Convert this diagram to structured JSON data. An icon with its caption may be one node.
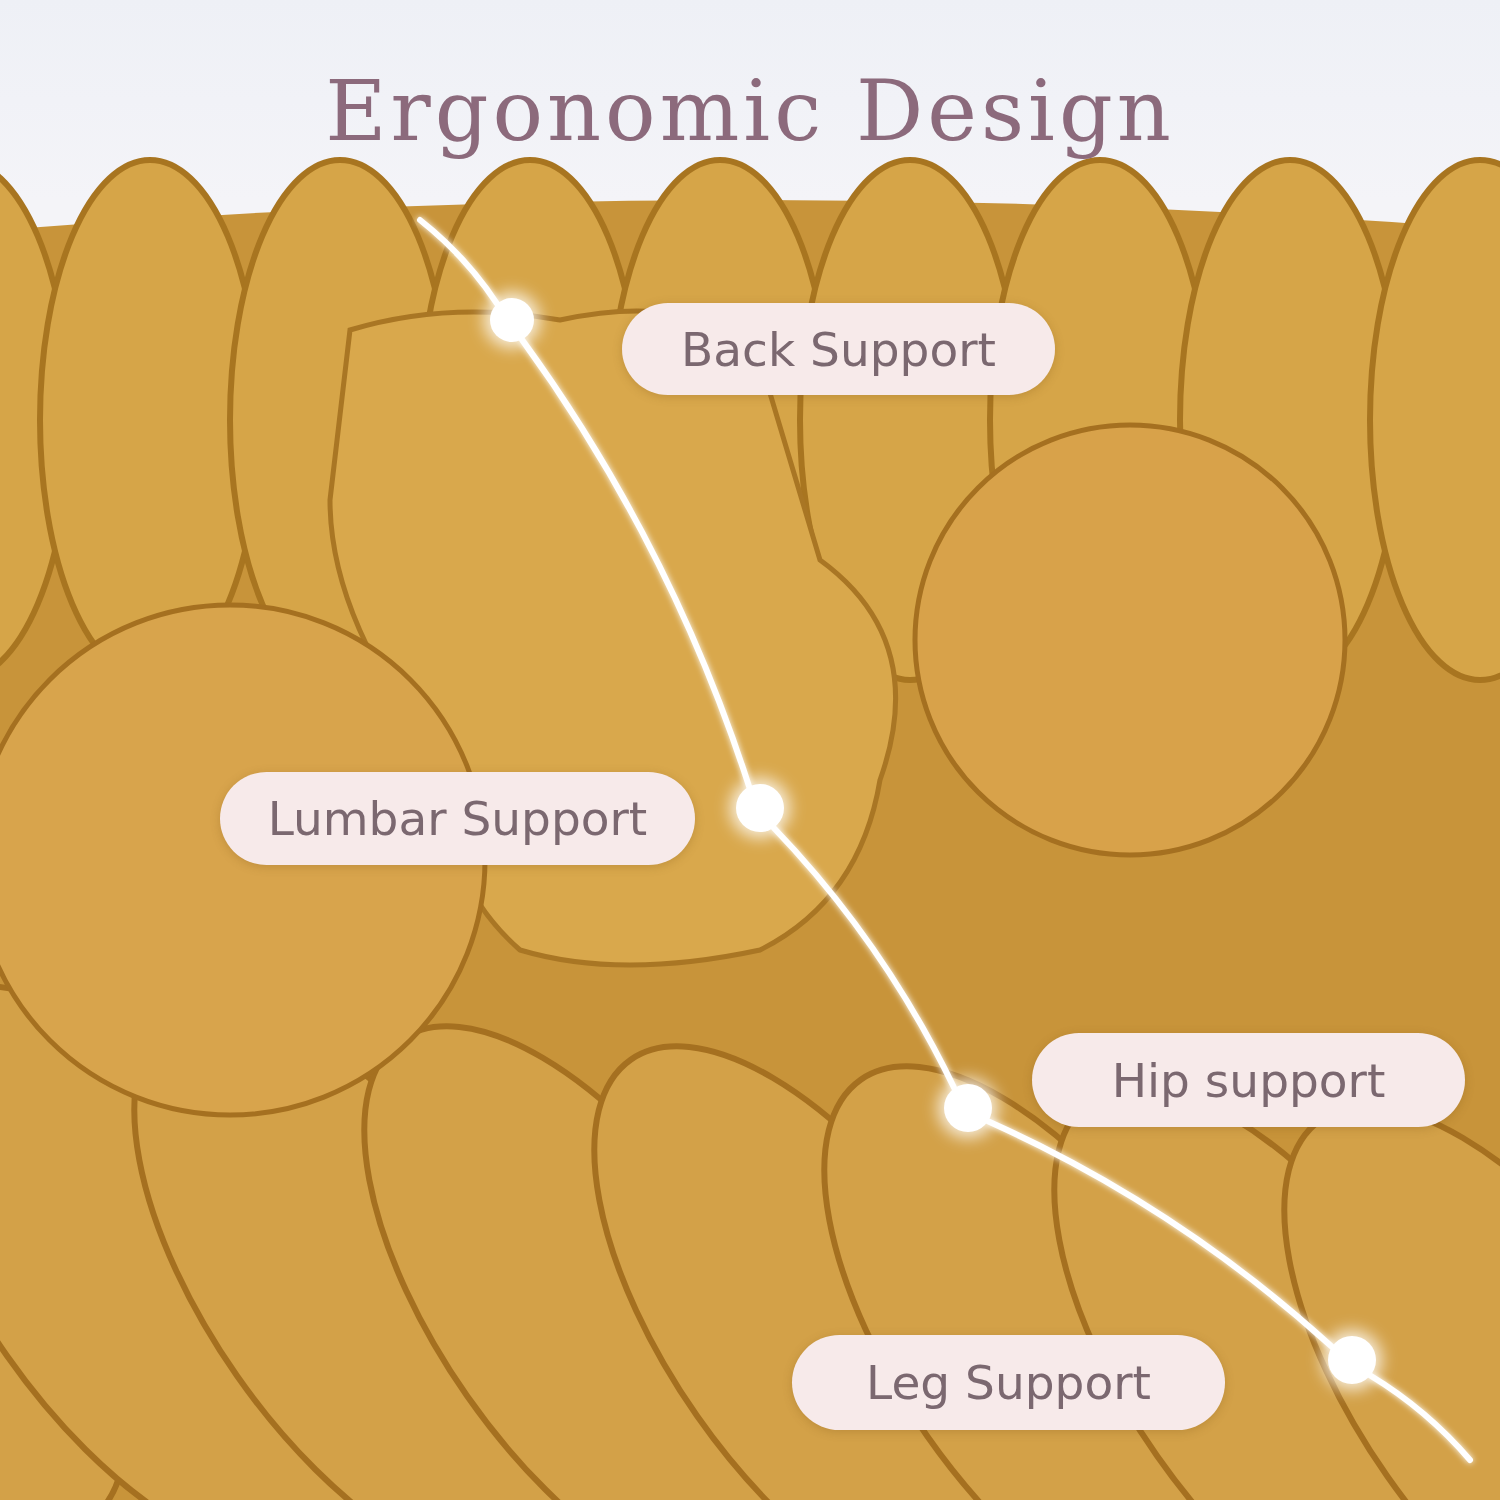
{
  "diagram": {
    "title": "Ergonomic Design",
    "nodes": [
      {
        "text": [
          "Back Support"
        ]
      },
      {
        "text": [
          "Lumbar Support"
        ]
      },
      {
        "text": [
          "Hip support"
        ]
      },
      {
        "text": [
          "Leg Support"
        ]
      },
      {
        "text": [],
        "shape": "circle"
      },
      {
        "text": [],
        "shape": "circle"
      },
      {
        "text": [],
        "shape": "circle"
      },
      {
        "text": [],
        "shape": "circle"
      }
    ],
    "edges": [
      {
        "from": null,
        "to": 4,
        "arrow": "none"
      },
      {
        "from": 4,
        "to": 5,
        "arrow": "none"
      },
      {
        "from": 5,
        "to": 6,
        "arrow": "none"
      },
      {
        "from": 6,
        "to": 7,
        "arrow": "none"
      },
      {
        "from": 7,
        "to": null,
        "arrow": "none"
      }
    ]
  }
}
